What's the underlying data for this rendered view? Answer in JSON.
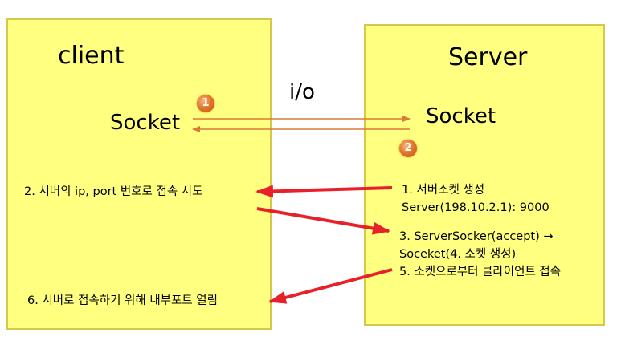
{
  "client": {
    "title": "client",
    "socket_label": "Socket",
    "step2": "2. 서버의 ip, port 번호로 접속 시도",
    "step6": "6. 서버로 접속하기 위해 내부포트 열림"
  },
  "server": {
    "title": "Server",
    "socket_label": "Socket",
    "step1_line1": "1. 서버소켓 생성",
    "step1_line2": "Server(198.10.2.1): 9000",
    "step3_line1": "3.  ServerSocker(accept) →",
    "step3_line2": "Soceket(4. 소켓 생성)",
    "step5": "5. 소켓으로부터 클라이언트 접속"
  },
  "io_label": "i/o",
  "badges": {
    "one": "1",
    "two": "2"
  },
  "colors": {
    "panel_fill": "#ffff80",
    "panel_border": "#d8c84a",
    "io_arrow": "#d97a3a",
    "red_arrow": "#e8202a",
    "badge": "#e2782c"
  }
}
